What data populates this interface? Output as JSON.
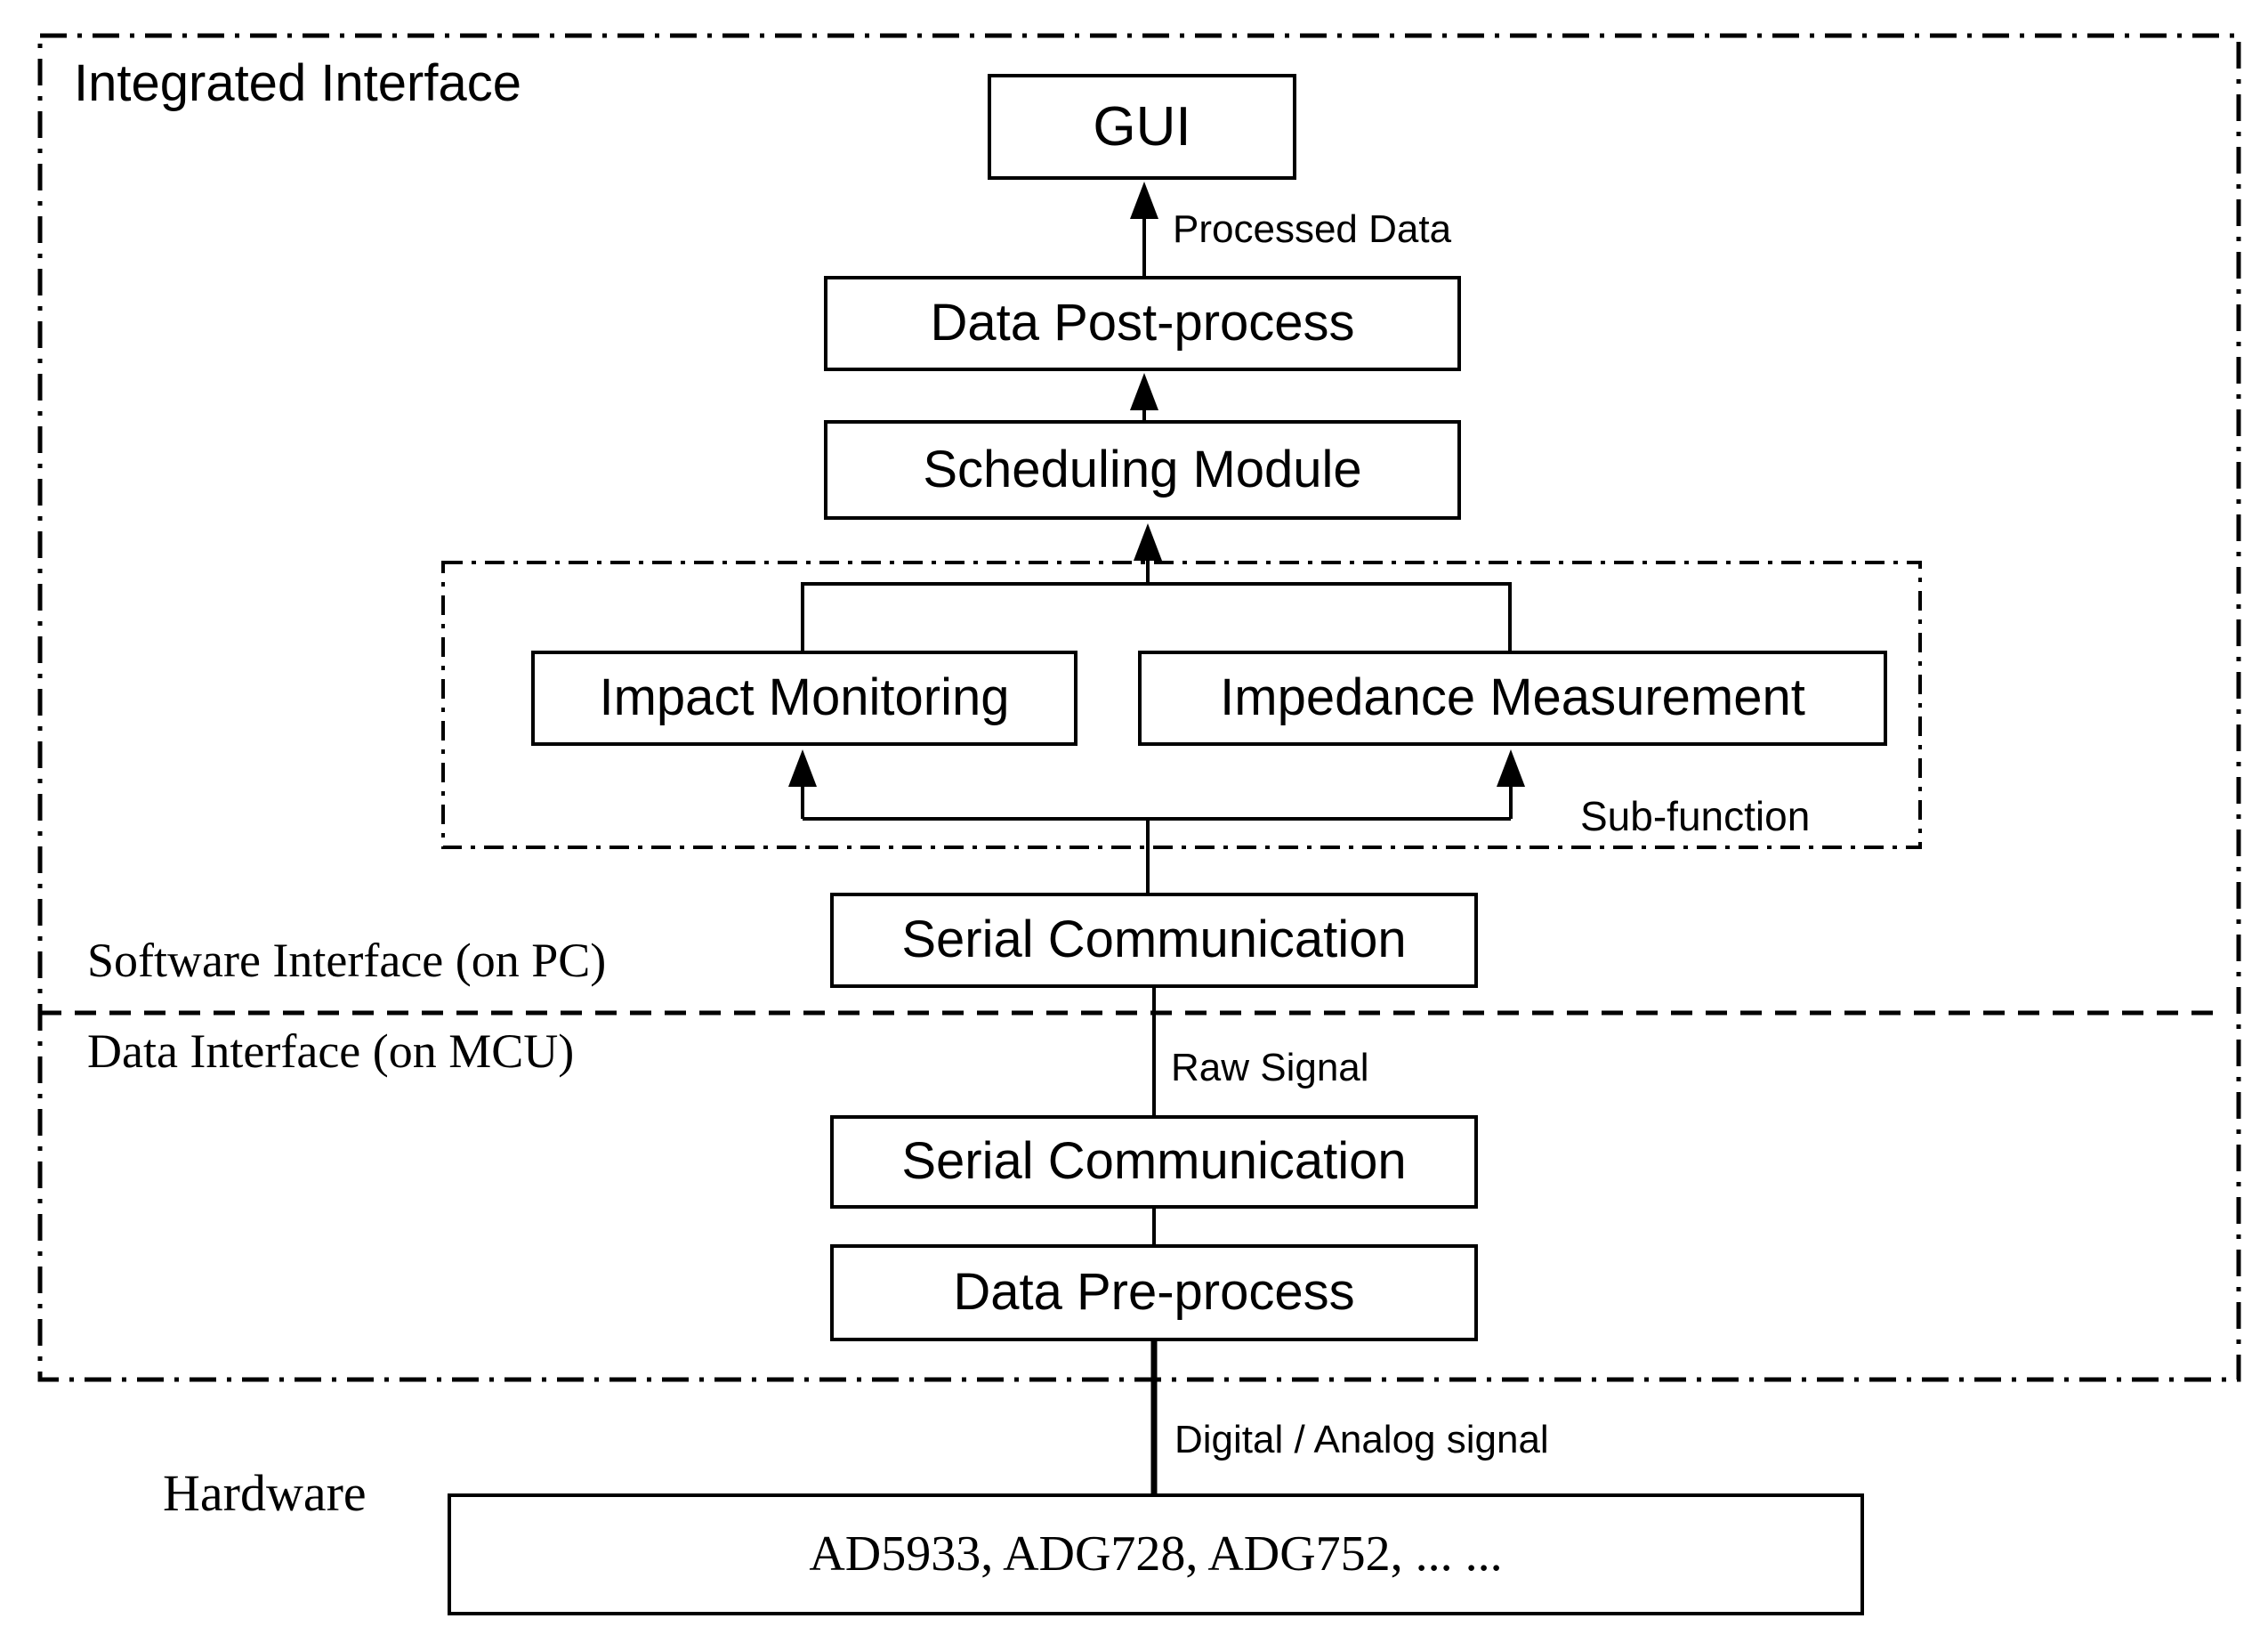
{
  "regions": {
    "integrated_interface_label": "Integrated Interface",
    "software_interface_label": "Software Interface (on PC)",
    "data_interface_label": "Data Interface (on MCU)",
    "sub_function_label": "Sub-function",
    "hardware_label": "Hardware"
  },
  "nodes": {
    "gui": "GUI",
    "data_post_process": "Data Post-process",
    "scheduling_module": "Scheduling Module",
    "impact_monitoring": "Impact Monitoring",
    "impedance_measurement": "Impedance Measurement",
    "serial_communication_pc": "Serial Communication",
    "serial_communication_mcu": "Serial Communication",
    "data_pre_process": "Data Pre-process",
    "hardware_components": "AD5933, ADG728, ADG752, ... ..."
  },
  "edge_labels": {
    "processed_data": "Processed Data",
    "raw_signal": "Raw Signal",
    "digital_analog_signal": "Digital / Analog signal"
  },
  "colors": {
    "line": "#000000",
    "background": "#ffffff",
    "text": "#000000"
  }
}
